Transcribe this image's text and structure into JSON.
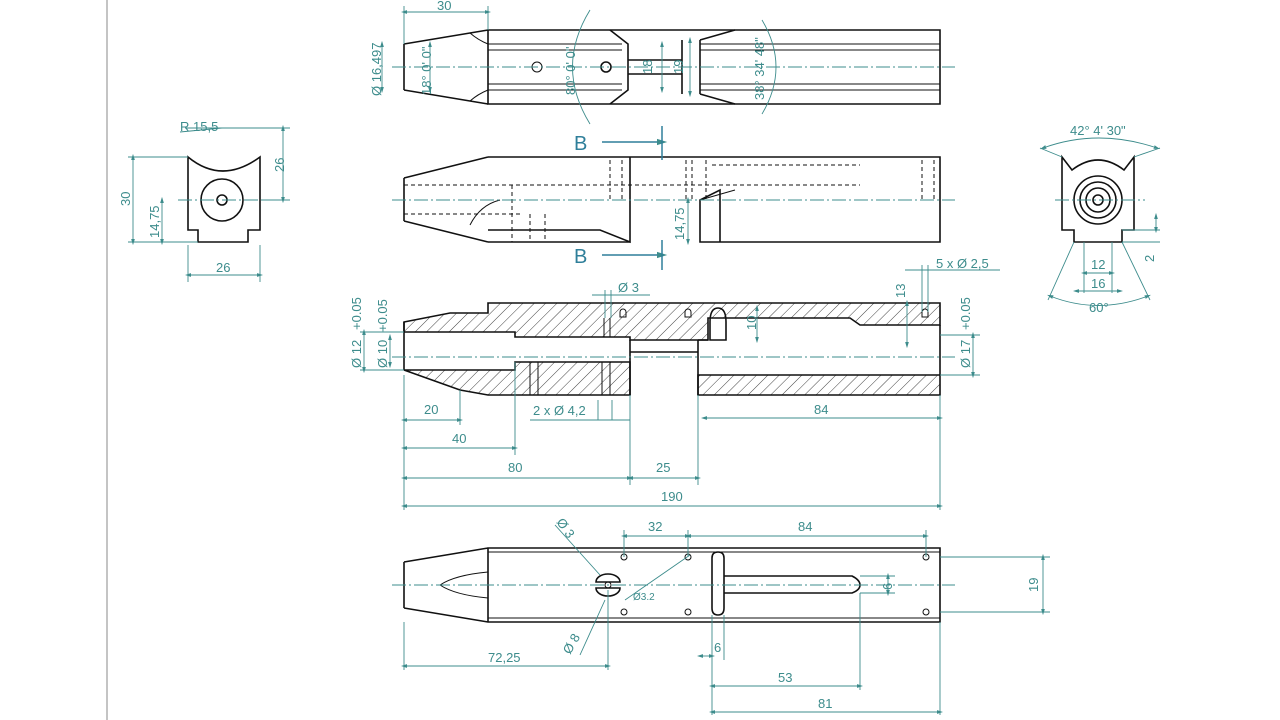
{
  "colors": {
    "line": "#111111",
    "dimension": "#3d8c8c",
    "section_label": "#2f7f9a"
  },
  "top_view": {
    "len_nose": "30",
    "dia_nose": "Ø 16,497",
    "nose_angle": "18° 0' 0\"",
    "notch_angle": "80° 0' 0\"",
    "slot_18": "18",
    "slot_19": "19",
    "vee_angle": "38° 34' 48\""
  },
  "left_end_view": {
    "radius": "R 15,5",
    "height_right": "26",
    "height": "30",
    "center_height": "14,75",
    "width": "26"
  },
  "right_end_view": {
    "angle_top": "42° 4' 30\"",
    "width_12": "12",
    "width_16": "16",
    "depth": "2",
    "angle_bottom": "60°"
  },
  "side_view": {
    "section_mark_top": "B",
    "section_mark_bottom": "B",
    "center_height": "14,75"
  },
  "section_view": {
    "hole_d3": "Ø 3",
    "holes_5x": "5 x Ø 2,5",
    "depth_13": "13",
    "slot_10": "10",
    "tol_17": "+0.05",
    "dia_17": "Ø 17",
    "dia_12": "Ø 12",
    "tol_12": "+0.05",
    "dia_10": "Ø 10",
    "tol_10": "+0.05",
    "len_20": "20",
    "len_40": "40",
    "holes_2x": "2 x Ø 4,2",
    "len_84": "84",
    "len_80": "80",
    "len_25": "25",
    "len_190": "190"
  },
  "bottom_view": {
    "dia_3": "Ø 3",
    "pitch_32": "32",
    "pitch_84": "84",
    "dia_3_2": "Ø3.2",
    "slot_6": "6",
    "width_19": "19",
    "dia_8": "Ø 8",
    "pos_72_25": "72,25",
    "width_6": "6",
    "len_53": "53",
    "len_81": "81"
  }
}
